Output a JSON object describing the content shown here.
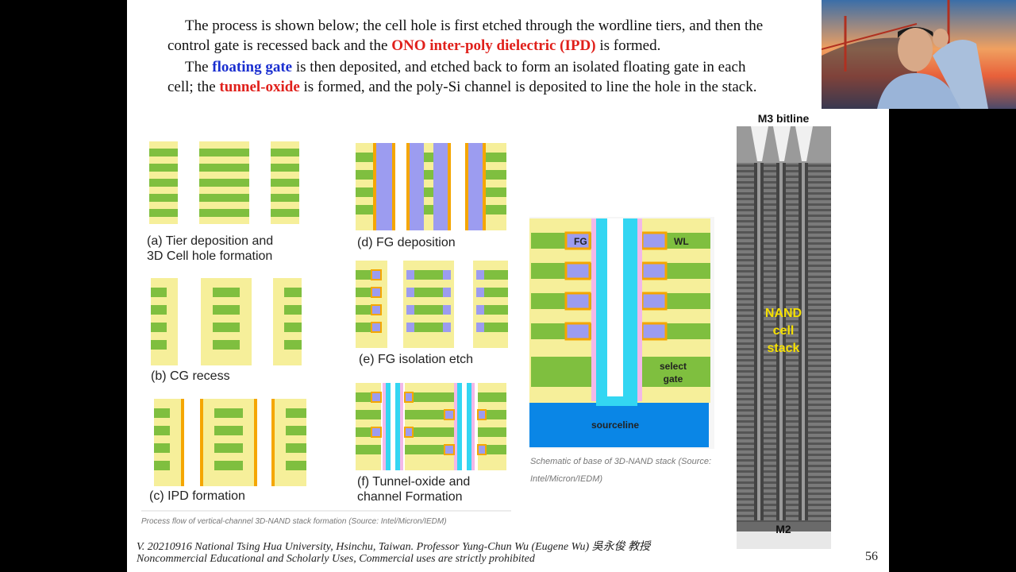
{
  "slide": {
    "para1_line1": "The process is shown below; the cell hole is first etched through the wordline tiers, and then the",
    "para1_line2_a": "control gate is recessed back and the ",
    "para1_line2_b": "ONO inter-poly dielectric (IPD)",
    "para1_line2_c": " is formed.",
    "para2_line1_a": "The ",
    "para2_line1_b": "floating gate",
    "para2_line1_c": " is then deposited, and etched back to form an isolated floating gate in each",
    "para2_line2_a": "cell; the ",
    "para2_line2_b": "tunnel-oxide",
    "para2_line2_c": " is formed, and the poly-Si channel is deposited to line the hole in the stack."
  },
  "steps": {
    "a_line1": "(a) Tier deposition and",
    "a_line2": "3D Cell hole formation",
    "b": "(b) CG recess",
    "c": "(c) IPD formation",
    "d": "(d) FG deposition",
    "e": "(e) FG isolation etch",
    "f_line1": "(f) Tunnel-oxide and",
    "f_line2": "channel Formation"
  },
  "process_source": "Process flow of vertical-channel 3D-NAND stack formation (Source: Intel/Micron/IEDM)",
  "schematic": {
    "fg": "FG",
    "wl": "WL",
    "select_line1": "select",
    "select_line2": "gate",
    "sourceline": "sourceline",
    "caption_line1": "Schematic of base of 3D-NAND stack (Source:",
    "caption_line2": "Intel/Micron/IEDM)"
  },
  "sem": {
    "top": "M3 bitline",
    "nand1": "NAND",
    "nand2": "cell",
    "nand3": "stack",
    "bottom": "M2"
  },
  "footer": {
    "line1": "V. 20210916 National Tsing Hua University, Hsinchu, Taiwan. Professor Yung-Chun Wu (Eugene Wu) 吳永俊 教授",
    "line2": "Noncommercial Educational and Scholarly Uses, Commercial uses are strictly prohibited"
  },
  "page_number": "56",
  "colors": {
    "yellow": "#f6ef9a",
    "green": "#7fbf3f",
    "orange": "#f5a600",
    "violet": "#9c9cf0",
    "cyan": "#33d6f2",
    "pink": "#f3b8e8",
    "blue": "#0a86e6"
  }
}
